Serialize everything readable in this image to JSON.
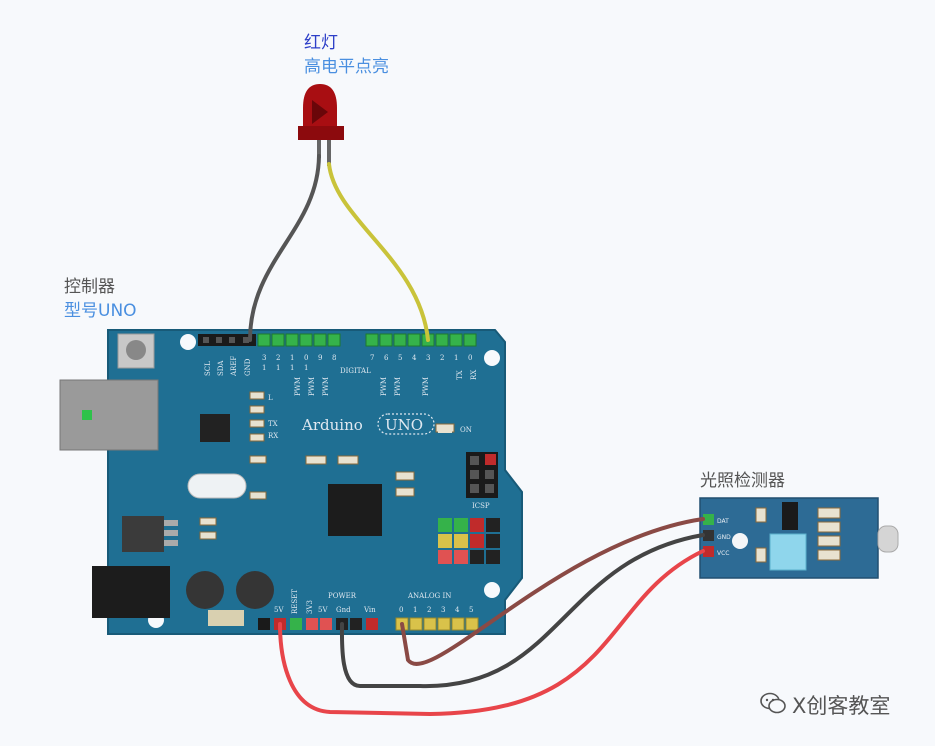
{
  "led": {
    "title": "红灯",
    "subtitle": "高电平点亮",
    "color": "#a80e12"
  },
  "controller": {
    "title": "控制器",
    "subtitle": "型号UNO",
    "board": {
      "brand": "Arduino",
      "model": "UNO",
      "on_label": "ON",
      "digital_label": "DIGITAL",
      "power_label": "POWER",
      "analog_label": "ANALOG IN",
      "icsp_label": "ICSP",
      "digital_nums_left": [
        "3",
        "2",
        "1",
        "0",
        "9",
        "8"
      ],
      "digital_nums_left_2": [
        "1",
        "1",
        "1",
        "1"
      ],
      "digital_nums_right": [
        "7",
        "6",
        "5",
        "4",
        "3",
        "2",
        "1",
        "0"
      ],
      "top_left_pins": [
        "SCL",
        "SDA",
        "AREF",
        "GND"
      ],
      "pwm_label": "PWM",
      "tx_label": "TX",
      "rx_label": "RX",
      "led_labels": [
        "L",
        "TX",
        "RX"
      ],
      "power_pins": [
        "5V",
        "RESET",
        "3V3",
        "5V",
        "Gnd",
        "Vin"
      ],
      "analog_pins": [
        "0",
        "1",
        "2",
        "3",
        "4",
        "5"
      ],
      "color": "#1f6f93"
    }
  },
  "sensor": {
    "title": "光照检测器",
    "pins": [
      "DAT",
      "GND",
      "VCC"
    ],
    "color": "#2d6b95"
  },
  "wires": {
    "led_cathode": "#555555",
    "led_anode": "#c9c33a",
    "dat": "#8a4a45",
    "gnd": "#444444",
    "vcc": "#e8454a"
  },
  "watermark": {
    "text": "X创客教室"
  }
}
